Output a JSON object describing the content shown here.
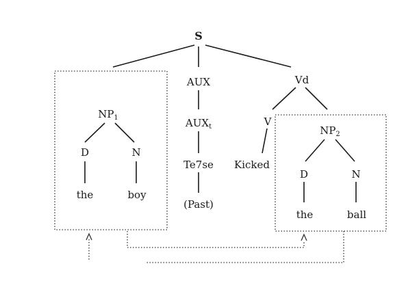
{
  "tree": {
    "root": "S",
    "aux": "AUX",
    "vd": "Vd",
    "np1": {
      "base": "NP",
      "sub": "1"
    },
    "aux1": {
      "base": "AUX",
      "sub": "t"
    },
    "v": "V",
    "np2": {
      "base": "NP",
      "sub": "2"
    },
    "d1": "D",
    "n1": "N",
    "tense": "Te7se",
    "kicked": "Kicked",
    "d2": "D",
    "n2": "N",
    "the1": "the",
    "boy": "boy",
    "past": "(Past)",
    "the2": "the",
    "ball": "ball"
  }
}
